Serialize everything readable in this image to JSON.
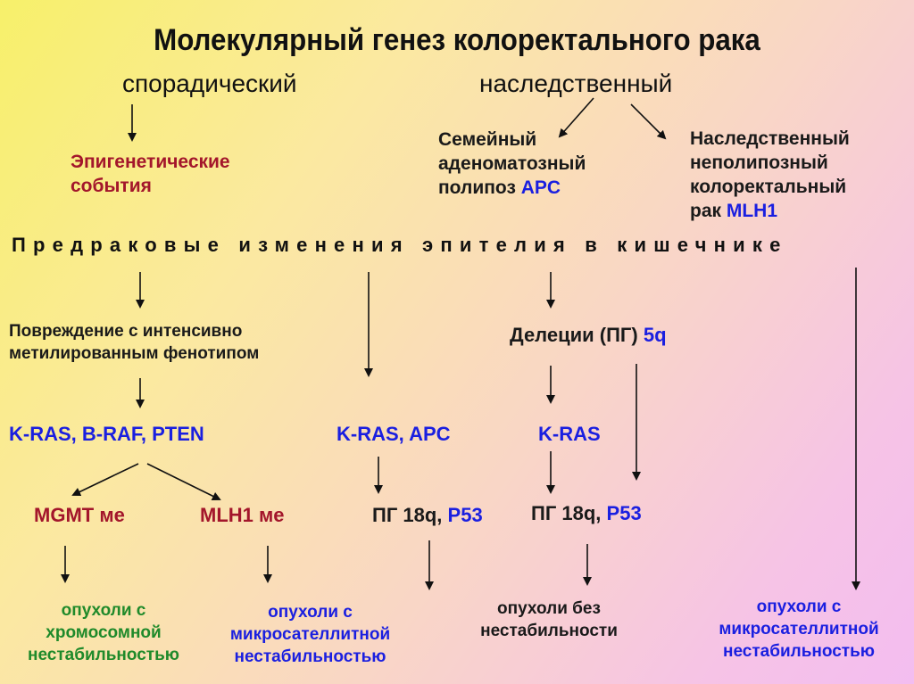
{
  "title": "Молекулярный генез колоректального рака",
  "branch_left": "спорадический",
  "branch_right": "наследственный",
  "epigenetic": [
    "Эпигенетические",
    "события"
  ],
  "fap": {
    "line1": "Семейный",
    "line2": "аденоматозный",
    "line3_text": "полипоз ",
    "line3_gene": "APC"
  },
  "hnpcc": {
    "line1": "Наследственный",
    "line2": "неполипозный",
    "line3": "колоректальный",
    "line4_text": "рак ",
    "line4_gene": "MLH1"
  },
  "precancer": "Предраковые изменения эпителия в кишечнике",
  "damage": [
    "Повреждение с интенсивно",
    "метилированным фенотипом"
  ],
  "deletion": {
    "text": "Делеции (ПГ) ",
    "gene": "5q"
  },
  "genes_left": "K-RAS, B-RAF, PTEN",
  "genes_mid": "K-RAS, APC",
  "genes_right": "K-RAS",
  "mgmt": "MGMT ме",
  "mlh1": "MLH1 ме",
  "pg_mid": {
    "text": "ПГ 18q, ",
    "gene": "P53"
  },
  "pg_right": {
    "text": "ПГ 18q, ",
    "gene": "P53"
  },
  "p53_right": "P53",
  "outcomes": {
    "chromosomal": [
      "опухоли с",
      "хромосомной",
      "нестабильностью"
    ],
    "microsat_left": [
      "опухоли с",
      "микросателлитной",
      "нестабильностью"
    ],
    "no_instability": [
      "опухоли без",
      "нестабильности"
    ],
    "microsat_right": [
      "опухоли с",
      "микросателлитной",
      "нестабильностью"
    ]
  },
  "colors": {
    "red": "#a3162b",
    "blue": "#1a1fe0",
    "green": "#1f8a2a"
  }
}
